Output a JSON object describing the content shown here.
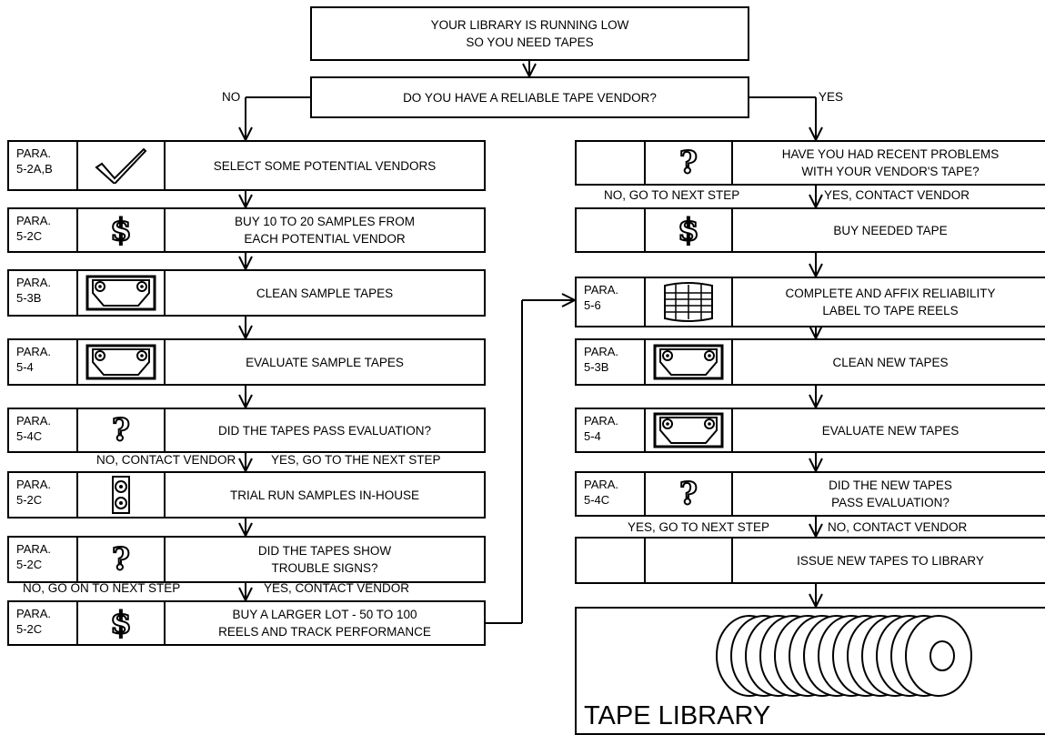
{
  "top": [
    "YOUR LIBRARY IS RUNNING LOW",
    "SO YOU NEED TAPES"
  ],
  "question": "DO YOU HAVE A RELIABLE TAPE VENDOR?",
  "no_label": "NO",
  "yes_label": "YES",
  "left_steps": [
    {
      "para": [
        "PARA.",
        "5-2A,B"
      ],
      "icon": "checkmark-icon",
      "text": [
        "SELECT SOME POTENTIAL VENDORS"
      ]
    },
    {
      "para": [
        "PARA.",
        "5-2C"
      ],
      "icon": "dollar-icon",
      "text": [
        "BUY 10 TO 20 SAMPLES FROM",
        "EACH POTENTIAL VENDOR"
      ]
    },
    {
      "para": [
        "PARA.",
        "5-3B"
      ],
      "icon": "tape-cleaner-icon",
      "text": [
        "CLEAN SAMPLE TAPES"
      ]
    },
    {
      "para": [
        "PARA.",
        "5-4"
      ],
      "icon": "tape-evaluator-icon",
      "text": [
        "EVALUATE SAMPLE TAPES"
      ]
    },
    {
      "para": [
        "PARA.",
        "5-4C"
      ],
      "icon": "question-icon",
      "text": [
        "DID THE TAPES PASS EVALUATION?"
      ]
    },
    {
      "para": [
        "PARA.",
        "5-2C"
      ],
      "icon": "tape-drive-icon",
      "text": [
        "TRIAL RUN SAMPLES IN-HOUSE"
      ]
    },
    {
      "para": [
        "PARA.",
        "5-2C"
      ],
      "icon": "question-icon",
      "text": [
        "DID THE TAPES SHOW",
        "TROUBLE SIGNS?"
      ]
    },
    {
      "para": [
        "PARA.",
        "5-2C"
      ],
      "icon": "dollar-icon",
      "text": [
        "BUY A LARGER LOT - 50 TO 100",
        "REELS AND TRACK PERFORMANCE"
      ]
    }
  ],
  "right_steps": [
    {
      "para": [],
      "icon": "question-icon",
      "text": [
        "HAVE YOU HAD RECENT PROBLEMS",
        "WITH YOUR VENDOR'S TAPE?"
      ]
    },
    {
      "para": [],
      "icon": "dollar-icon",
      "text": [
        "BUY NEEDED TAPE"
      ]
    },
    {
      "para": [
        "PARA.",
        "5-6"
      ],
      "icon": "tape-label-icon",
      "text": [
        "COMPLETE AND AFFIX RELIABILITY",
        "LABEL TO TAPE REELS"
      ]
    },
    {
      "para": [
        "PARA.",
        "5-3B"
      ],
      "icon": "tape-cleaner-icon",
      "text": [
        "CLEAN NEW TAPES"
      ]
    },
    {
      "para": [
        "PARA.",
        "5-4"
      ],
      "icon": "tape-evaluator-icon",
      "text": [
        "EVALUATE NEW TAPES"
      ]
    },
    {
      "para": [
        "PARA.",
        "5-4C"
      ],
      "icon": "question-icon",
      "text": [
        "DID THE NEW TAPES",
        "PASS EVALUATION?"
      ]
    },
    {
      "para": [],
      "icon": "",
      "text": [
        "ISSUE NEW TAPES TO LIBRARY"
      ]
    }
  ],
  "branch_labels": {
    "left_q1_no": "NO, CONTACT VENDOR",
    "left_q1_yes": "YES, GO TO THE NEXT STEP",
    "left_q2_no": "NO, GO ON TO NEXT STEP",
    "left_q2_yes": "YES, CONTACT VENDOR",
    "right_q1_no": "NO, GO TO NEXT STEP",
    "right_q1_yes": "YES, CONTACT VENDOR",
    "right_q2_yes": "YES, GO TO NEXT STEP",
    "right_q2_no": "NO, CONTACT VENDOR"
  },
  "library_label": "TAPE LIBRARY",
  "library_icon": "tape-reels-icon"
}
